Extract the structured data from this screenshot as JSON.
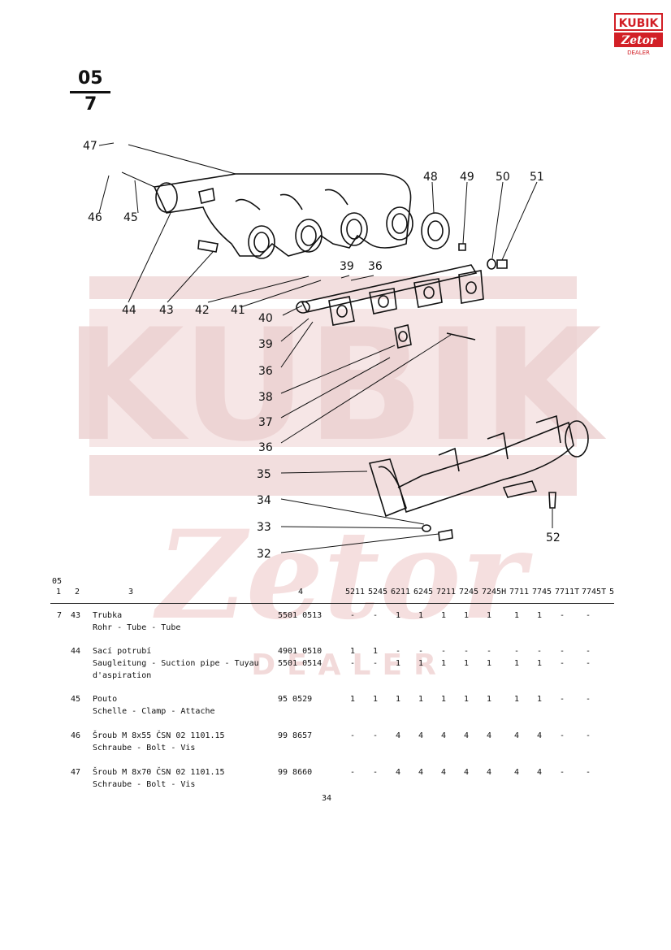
{
  "header": {
    "group_number": "05",
    "subgroup_number": "7",
    "logo": {
      "brand_top": "KUBIK",
      "brand_bottom": "Zetor",
      "tagline": "DEALER",
      "color": "#d21f26"
    }
  },
  "watermark": {
    "text_top": "KUBIK",
    "text_bottom": "Zetor",
    "tagline": "DEALER",
    "color": "#e9c8c8"
  },
  "diagram_callouts": [
    "47",
    "46",
    "45",
    "44",
    "43",
    "42",
    "41",
    "40",
    "39",
    "36",
    "39",
    "36",
    "38",
    "37",
    "36",
    "48",
    "49",
    "50",
    "51",
    "35",
    "34",
    "33",
    "32",
    "52"
  ],
  "table": {
    "section_label": "05",
    "columns": [
      "1",
      "2",
      "3",
      "4",
      "5211",
      "5245",
      "6211",
      "6245",
      "7211",
      "7245",
      "7245H",
      "7711",
      "7745",
      "7711T",
      "7745T",
      "5"
    ],
    "rows": [
      {
        "group": "7",
        "pos": "43",
        "name_lines": [
          "Trubka",
          "Rohr - Tube - Tube"
        ],
        "part_numbers": [
          "5501 0513"
        ],
        "qty": [
          [
            "-",
            "-",
            "1",
            "1",
            "1",
            "1",
            "1",
            "1",
            "1",
            "-",
            "-"
          ]
        ]
      },
      {
        "group": "",
        "pos": "44",
        "name_lines": [
          "Sací potrubí",
          "Saugleitung - Suction pipe - Tuyau",
          "d'aspiration"
        ],
        "part_numbers": [
          "4901 0510",
          "5501 0514"
        ],
        "qty": [
          [
            "1",
            "1",
            "-",
            "-",
            "-",
            "-",
            "-",
            "-",
            "-",
            "-",
            "-"
          ],
          [
            "-",
            "-",
            "1",
            "1",
            "1",
            "1",
            "1",
            "1",
            "1",
            "-",
            "-"
          ]
        ]
      },
      {
        "group": "",
        "pos": "45",
        "name_lines": [
          "Pouto",
          "Schelle - Clamp - Attache"
        ],
        "part_numbers": [
          "95 0529"
        ],
        "qty": [
          [
            "1",
            "1",
            "1",
            "1",
            "1",
            "1",
            "1",
            "1",
            "1",
            "-",
            "-"
          ]
        ]
      },
      {
        "group": "",
        "pos": "46",
        "name_lines": [
          "Šroub M 8x55 ČSN 02 1101.15",
          "Schraube - Bolt - Vis"
        ],
        "part_numbers": [
          "99 8657"
        ],
        "qty": [
          [
            "-",
            "-",
            "4",
            "4",
            "4",
            "4",
            "4",
            "4",
            "4",
            "-",
            "-"
          ]
        ]
      },
      {
        "group": "",
        "pos": "47",
        "name_lines": [
          "Šroub M 8x70 ČSN 02 1101.15",
          "Schraube - Bolt - Vis"
        ],
        "part_numbers": [
          "99 8660"
        ],
        "qty": [
          [
            "-",
            "-",
            "4",
            "4",
            "4",
            "4",
            "4",
            "4",
            "4",
            "-",
            "-"
          ]
        ]
      }
    ],
    "page_number": "34"
  }
}
